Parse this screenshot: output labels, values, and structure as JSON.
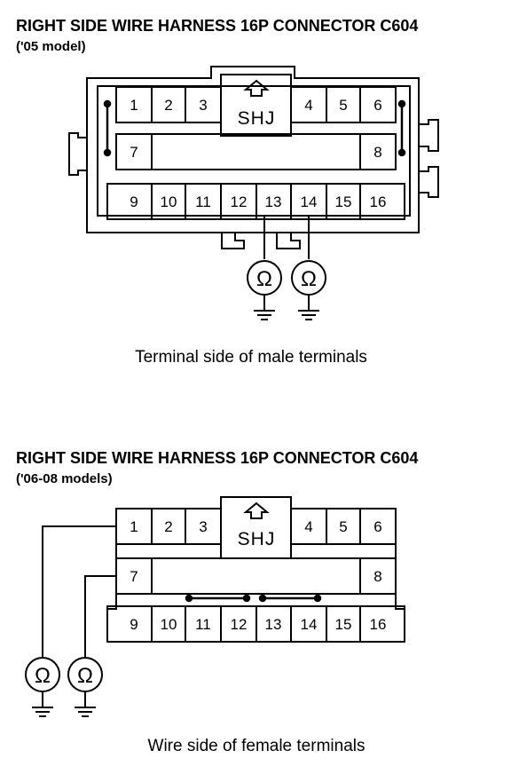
{
  "diagram1": {
    "title": "RIGHT SIDE WIRE HARNESS 16P CONNECTOR C604",
    "subtitle": "('05 model)",
    "caption": "Terminal side of male terminals",
    "key_label": "SHJ",
    "terminals": {
      "t1": "1",
      "t2": "2",
      "t3": "3",
      "t4": "4",
      "t5": "5",
      "t6": "6",
      "t7": "7",
      "t8": "8",
      "t9": "9",
      "t10": "10",
      "t11": "11",
      "t12": "12",
      "t13": "13",
      "t14": "14",
      "t15": "15",
      "t16": "16"
    },
    "meter_symbol": "Ω"
  },
  "diagram2": {
    "title": "RIGHT SIDE WIRE HARNESS 16P CONNECTOR C604",
    "subtitle": "('06-08 models)",
    "caption": "Wire side of female terminals",
    "key_label": "SHJ",
    "terminals": {
      "t1": "1",
      "t2": "2",
      "t3": "3",
      "t4": "4",
      "t5": "5",
      "t6": "6",
      "t7": "7",
      "t8": "8",
      "t9": "9",
      "t10": "10",
      "t11": "11",
      "t12": "12",
      "t13": "13",
      "t14": "14",
      "t15": "15",
      "t16": "16"
    },
    "meter_symbol": "Ω"
  }
}
